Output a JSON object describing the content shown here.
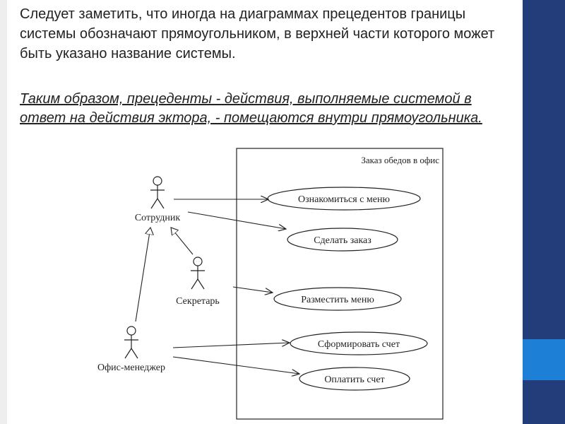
{
  "slide": {
    "paragraph": "Следует заметить, что иногда на диаграммах прецедентов границы системы обозначают прямоугольником, в верхней части которого может быть указано название системы.",
    "italic_paragraph": "Таким образом, прецеденты - действия, выполняемые системой в ответ на действия эктора, - помещаются внутри прямоугольника."
  },
  "diagram": {
    "system_name": "Заказ обедов в офис",
    "actors": {
      "employee": "Сотрудник",
      "secretary": "Секретарь",
      "office_manager": "Офис-менеджер"
    },
    "use_cases": {
      "view_menu": "Ознакомиться с меню",
      "place_order": "Сделать заказ",
      "post_menu": "Разместить меню",
      "create_bill": "Сформировать счет",
      "pay_bill": "Оплатить счет"
    }
  },
  "colors": {
    "sidebar": "#233d7b",
    "sidebar_accent": "#1e7fd6",
    "text": "#222222"
  }
}
